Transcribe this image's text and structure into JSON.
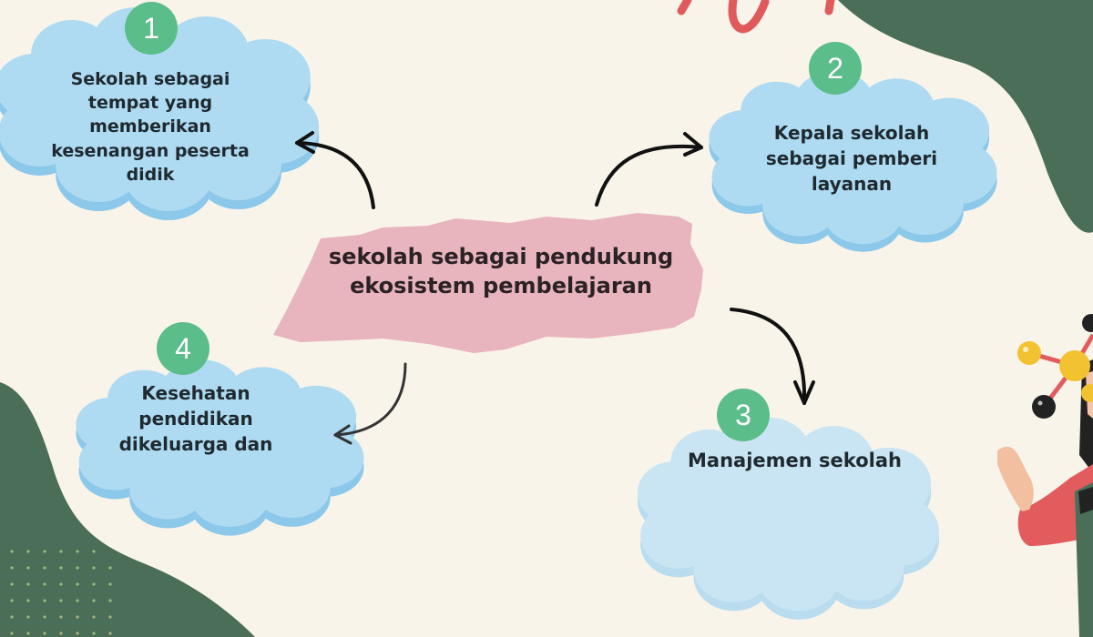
{
  "diagram": {
    "type": "mind-map",
    "center": {
      "line1": "sekolah sebagai pendukung",
      "line2": "ekosistem pembelajaran"
    },
    "nodes": [
      {
        "number": "1",
        "lines": [
          "Sekolah sebagai",
          "tempat yang",
          "memberikan",
          "kesenangan peserta",
          "didik"
        ]
      },
      {
        "number": "2",
        "lines": [
          "Kepala sekolah",
          "sebagai pemberi",
          "layanan"
        ]
      },
      {
        "number": "3",
        "lines": [
          "Manajemen sekolah"
        ]
      },
      {
        "number": "4",
        "lines": [
          "Kesehatan",
          "pendidikan",
          "dikeluarga dan"
        ]
      }
    ]
  },
  "colors": {
    "background": "#f9f4ea",
    "dark_green": "#4a6e58",
    "badge_green": "#5bbd8a",
    "cloud_blue": "#aedbf2",
    "cloud_shadow": "#8cc8ea",
    "center_pink": "#e8b4bd",
    "scribble_red": "#e05a5c",
    "arrow": "#111111"
  }
}
